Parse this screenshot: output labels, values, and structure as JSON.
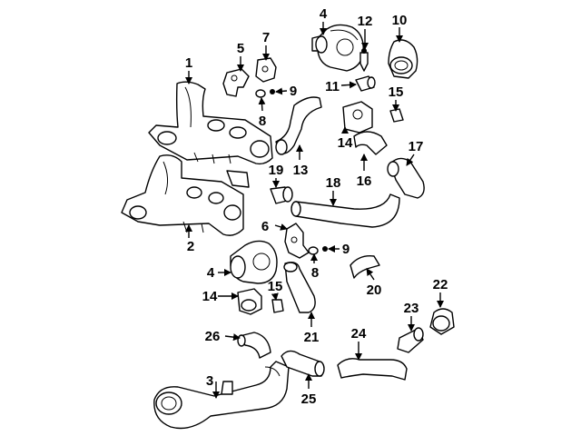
{
  "callouts": {
    "c1": "1",
    "c2": "2",
    "c3": "3",
    "c4a": "4",
    "c4b": "4",
    "c5": "5",
    "c6": "6",
    "c7": "7",
    "c8a": "8",
    "c8b": "8",
    "c9a": "9",
    "c9b": "9",
    "c10": "10",
    "c11": "11",
    "c12": "12",
    "c13": "13",
    "c14a": "14",
    "c14b": "14",
    "c15a": "15",
    "c15b": "15",
    "c16": "16",
    "c17": "17",
    "c18": "18",
    "c19": "19",
    "c20": "20",
    "c21": "21",
    "c22": "22",
    "c23": "23",
    "c24": "24",
    "c25": "25",
    "c26": "26"
  }
}
